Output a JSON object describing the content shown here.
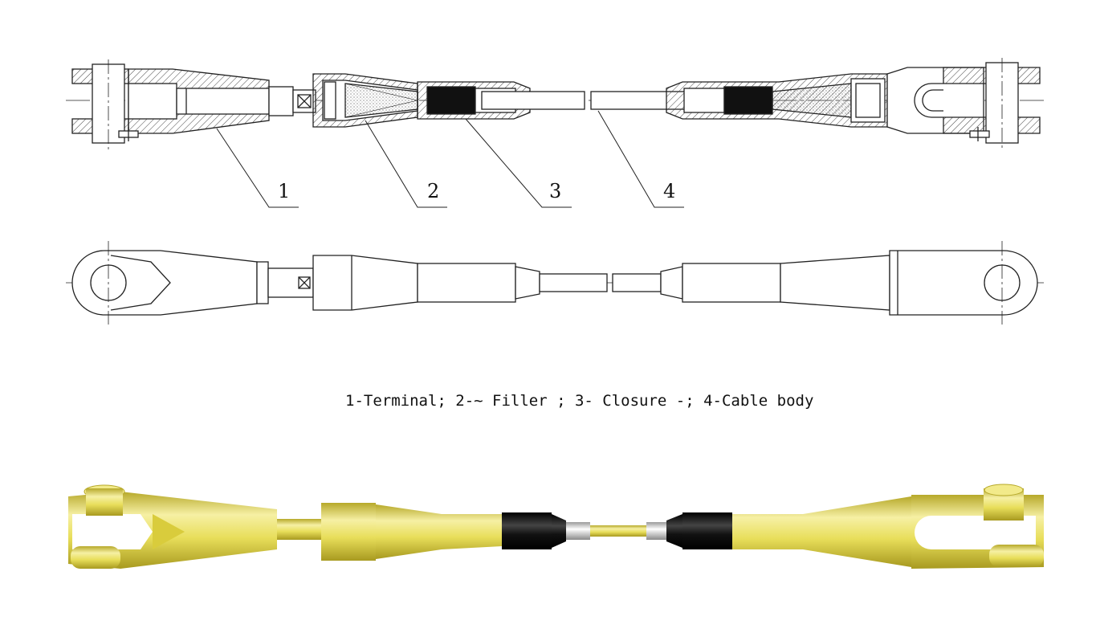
{
  "callouts": [
    {
      "id": "1",
      "label": "1"
    },
    {
      "id": "2",
      "label": "2"
    },
    {
      "id": "3",
      "label": "3"
    },
    {
      "id": "4",
      "label": "4"
    }
  ],
  "caption": "1-Terminal; 2-~ Filler ; 3- Closure -; 4-Cable body",
  "colors": {
    "line": "#222222",
    "hatch": "#444444",
    "rod_yellow": "#e8de5a",
    "rod_yellow_dark": "#b7a92a",
    "rod_yellow_light": "#f6f0a4",
    "black_sleeve": "#111111",
    "white_ring": "#e6e6e6"
  },
  "icons": [
    "cross-box-icon",
    "clevis-pin-icon"
  ]
}
